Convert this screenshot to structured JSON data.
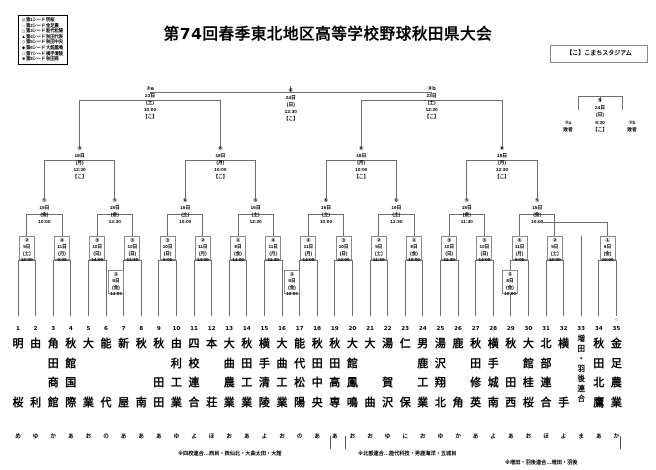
{
  "title": "第74回春季東北地区高等学校野球秋田県大会",
  "venue_box": "【こ】こまちスタジアム",
  "legend": {
    "rows": [
      {
        "mark": "◎",
        "label": "第1シード",
        "team": "明桜"
      },
      {
        "mark": "○",
        "label": "第2シード",
        "team": "金足農"
      },
      {
        "mark": "△",
        "label": "第3シード",
        "team": "能代松陽"
      },
      {
        "mark": "▲",
        "label": "第4シード",
        "team": "秋田代表"
      },
      {
        "mark": "◇",
        "label": "第5シード",
        "team": "秋田中央"
      },
      {
        "mark": "◆",
        "label": "第6シード",
        "team": "大館鳳鳴"
      },
      {
        "mark": "□",
        "label": "第7シード",
        "team": "横手清陵"
      },
      {
        "mark": "■",
        "label": "第8シード",
        "team": "秋田商"
      }
    ]
  },
  "rounds": {
    "final": {
      "no": "④",
      "date": "24日",
      "day": "(日)",
      "time": "12:30",
      "venue": "【こ】"
    },
    "third_place": {
      "no": "⑤",
      "date": "24日",
      "day": "(日)",
      "time": "9:30",
      "venue": "【こ】",
      "left_src": "③a",
      "left_label": "敗者",
      "right_src": "③b",
      "right_label": "敗者"
    },
    "semifinals": [
      {
        "no": "③a",
        "date": "23日",
        "day": "(土)",
        "time": "10:00",
        "venue": "【こ】"
      },
      {
        "no": "③b",
        "date": "23日",
        "day": "(土)",
        "time": "12:30",
        "venue": "【こ】"
      }
    ],
    "quarterfinals": [
      {
        "no": "⑧",
        "date": "18日",
        "day": "(月)",
        "time": "12:30",
        "venue": "【こ】"
      },
      {
        "no": "⑧",
        "date": "18日",
        "day": "(月)",
        "time": "10:00",
        "venue": "【こ】"
      },
      {
        "no": "⑧",
        "date": "18日",
        "day": "(月)",
        "time": "10:00",
        "venue": "【こ】"
      },
      {
        "no": "⑧",
        "date": "18日",
        "day": "(月)",
        "time": "12:30",
        "venue": "【こ】"
      }
    ],
    "round16": [
      {
        "no": "⑤",
        "date": "15日",
        "day": "(金)",
        "time": "10:00"
      },
      {
        "no": "⑤",
        "date": "15日",
        "day": "(金)",
        "time": "12:30"
      },
      {
        "no": "⑥",
        "date": "16日",
        "day": "(土)",
        "time": "10:00"
      },
      {
        "no": "⑥",
        "date": "16日",
        "day": "(土)",
        "time": "12:30"
      },
      {
        "no": "⑥",
        "date": "16日",
        "day": "(土)",
        "time": "10:00"
      },
      {
        "no": "⑥",
        "date": "16日",
        "day": "(土)",
        "time": "12:30"
      },
      {
        "no": "⑤",
        "date": "15日",
        "day": "(金)",
        "time": "11:30"
      },
      {
        "no": "⑤",
        "date": "15日",
        "day": "(金)",
        "time": "10:00"
      }
    ],
    "round1": [
      {
        "no": "②",
        "date": "9日",
        "day": "(土)",
        "time": "10:00"
      },
      {
        "no": "④",
        "date": "11日",
        "day": "(月)",
        "time": "9:00"
      },
      {
        "no": "③",
        "date": "10日",
        "day": "(日)",
        "time": "14:00"
      },
      {
        "no": "③",
        "date": "10日",
        "day": "(日)",
        "time": "11:30"
      },
      {
        "no": "③",
        "date": "10日",
        "day": "(日)",
        "time": "9:00"
      },
      {
        "no": "②",
        "date": "11日",
        "day": "(月)",
        "time": "14:00"
      },
      {
        "no": "①",
        "date": "8日",
        "day": "(金)",
        "time": "14:00"
      },
      {
        "no": "④",
        "date": "11日",
        "day": "(月)",
        "time": "11:30"
      },
      {
        "no": "④",
        "date": "11日",
        "day": "(月)",
        "time": "14:00"
      },
      {
        "no": "③",
        "date": "10日",
        "day": "(日)",
        "time": "14:00"
      },
      {
        "no": "②",
        "date": "9日",
        "day": "(土)",
        "time": "11:30"
      },
      {
        "no": "①",
        "date": "8日",
        "day": "(金)",
        "time": "10:00"
      },
      {
        "no": "③",
        "date": "10日",
        "day": "(日)",
        "time": "11:30"
      },
      {
        "no": "③",
        "date": "10日",
        "day": "(日)",
        "time": "14:00"
      },
      {
        "no": "④",
        "date": "11日",
        "day": "(月)",
        "time": "9:00"
      },
      {
        "no": "②",
        "date": "9日",
        "day": "(土)",
        "time": "10:00"
      },
      {
        "no": "①",
        "date": "8日",
        "day": "(金)",
        "time": "10:00"
      }
    ]
  },
  "teams": [
    {
      "n": "1",
      "seed": "",
      "chars": [
        "明",
        "",
        "",
        "桜"
      ],
      "kana": "め"
    },
    {
      "n": "2",
      "seed": "",
      "chars": [
        "由",
        "",
        "",
        "利"
      ],
      "kana": "ゆ"
    },
    {
      "n": "3",
      "seed": "",
      "chars": [
        "角",
        "田",
        "商",
        "館"
      ],
      "kana": "か"
    },
    {
      "n": "4",
      "seed": "",
      "chars": [
        "秋",
        "館",
        "国",
        "際"
      ],
      "kana": "あ"
    },
    {
      "n": "5",
      "seed": "",
      "chars": [
        "大",
        "",
        "",
        "業"
      ],
      "kana": "お"
    },
    {
      "n": "6",
      "seed": "",
      "chars": [
        "能",
        "",
        "",
        "代"
      ],
      "kana": "の"
    },
    {
      "n": "7",
      "seed": "",
      "chars": [
        "新",
        "",
        "",
        "屋"
      ],
      "kana": "あ"
    },
    {
      "n": "8",
      "seed": "",
      "chars": [
        "秋",
        "",
        "",
        "南"
      ],
      "kana": "あ"
    },
    {
      "n": "9",
      "seed": "",
      "chars": [
        "秋",
        "",
        "田",
        "田"
      ],
      "kana": "あ"
    },
    {
      "n": "10",
      "seed": "",
      "chars": [
        "由",
        "利",
        "工",
        "業"
      ],
      "kana": "ゆ"
    },
    {
      "n": "11",
      "seed": "",
      "chars": [
        "四",
        "校",
        "連",
        "合"
      ],
      "kana": "よ"
    },
    {
      "n": "12",
      "seed": "",
      "chars": [
        "本",
        "",
        "",
        "荘"
      ],
      "kana": "ほ"
    },
    {
      "n": "13",
      "seed": "",
      "chars": [
        "大",
        "曲",
        "農",
        "業"
      ],
      "kana": "お"
    },
    {
      "n": "14",
      "seed": "",
      "chars": [
        "秋",
        "田",
        "工",
        "業"
      ],
      "kana": "あ"
    },
    {
      "n": "15",
      "seed": "",
      "chars": [
        "横",
        "手",
        "清",
        "陵"
      ],
      "kana": "よ"
    },
    {
      "n": "16",
      "seed": "",
      "chars": [
        "大",
        "曲",
        "工",
        "業"
      ],
      "kana": "お"
    },
    {
      "n": "17",
      "seed": "",
      "chars": [
        "能",
        "代",
        "松",
        "陽"
      ],
      "kana": "の"
    },
    {
      "n": "18",
      "seed": "",
      "chars": [
        "秋",
        "田",
        "中",
        "央"
      ],
      "kana": "あ"
    },
    {
      "n": "19",
      "seed": "",
      "chars": [
        "秋",
        "田",
        "高",
        "専"
      ],
      "kana": "あ"
    },
    {
      "n": "20",
      "seed": "",
      "chars": [
        "大",
        "館",
        "鳳",
        "鳴"
      ],
      "kana": "お"
    },
    {
      "n": "21",
      "seed": "",
      "chars": [
        "大",
        "",
        "",
        "曲"
      ],
      "kana": "お"
    },
    {
      "n": "22",
      "seed": "",
      "chars": [
        "湯",
        "",
        "賀",
        "沢"
      ],
      "kana": "ゆ"
    },
    {
      "n": "23",
      "seed": "",
      "chars": [
        "仁",
        "",
        "",
        "保"
      ],
      "kana": "に"
    },
    {
      "n": "24",
      "seed": "",
      "chars": [
        "男",
        "鹿",
        "工",
        "業"
      ],
      "kana": "お"
    },
    {
      "n": "25",
      "seed": "",
      "chars": [
        "湯",
        "沢",
        "翔",
        "北"
      ],
      "kana": "ゆ"
    },
    {
      "n": "26",
      "seed": "",
      "chars": [
        "鹿",
        "",
        "",
        "角"
      ],
      "kana": "か"
    },
    {
      "n": "27",
      "seed": "",
      "chars": [
        "秋",
        "田",
        "修",
        "英"
      ],
      "kana": "あ"
    },
    {
      "n": "28",
      "seed": "",
      "chars": [
        "横",
        "手",
        "城",
        "南"
      ],
      "kana": "よ"
    },
    {
      "n": "29",
      "seed": "",
      "chars": [
        "秋",
        "",
        "田",
        "西"
      ],
      "kana": "あ"
    },
    {
      "n": "30",
      "seed": "",
      "chars": [
        "大",
        "館",
        "桂",
        "桜"
      ],
      "kana": "お"
    },
    {
      "n": "31",
      "seed": "",
      "chars": [
        "北",
        "部",
        "連",
        "合"
      ],
      "kana": "ほ"
    },
    {
      "n": "32",
      "seed": "",
      "chars": [
        "横",
        "",
        "",
        "手"
      ],
      "kana": "よ"
    },
    {
      "n": "33",
      "seed": "",
      "chars": [
        "増",
        "田",
        "・",
        "羽",
        "後",
        "連",
        "合"
      ],
      "kana": "ま"
    },
    {
      "n": "34",
      "seed": "",
      "chars": [
        "秋",
        "田",
        "北",
        "鷹"
      ],
      "kana": "あ"
    },
    {
      "n": "35",
      "seed": "○",
      "chars": [
        "金",
        "足",
        "農",
        "業"
      ],
      "kana": "か"
    }
  ],
  "footnotes": [
    "※四校連合…西目・西仙北・大曲太田・大館",
    "※北部連合…能代科技・男鹿海洋・五城目",
    "※増田・羽後連合…増田・羽後"
  ]
}
